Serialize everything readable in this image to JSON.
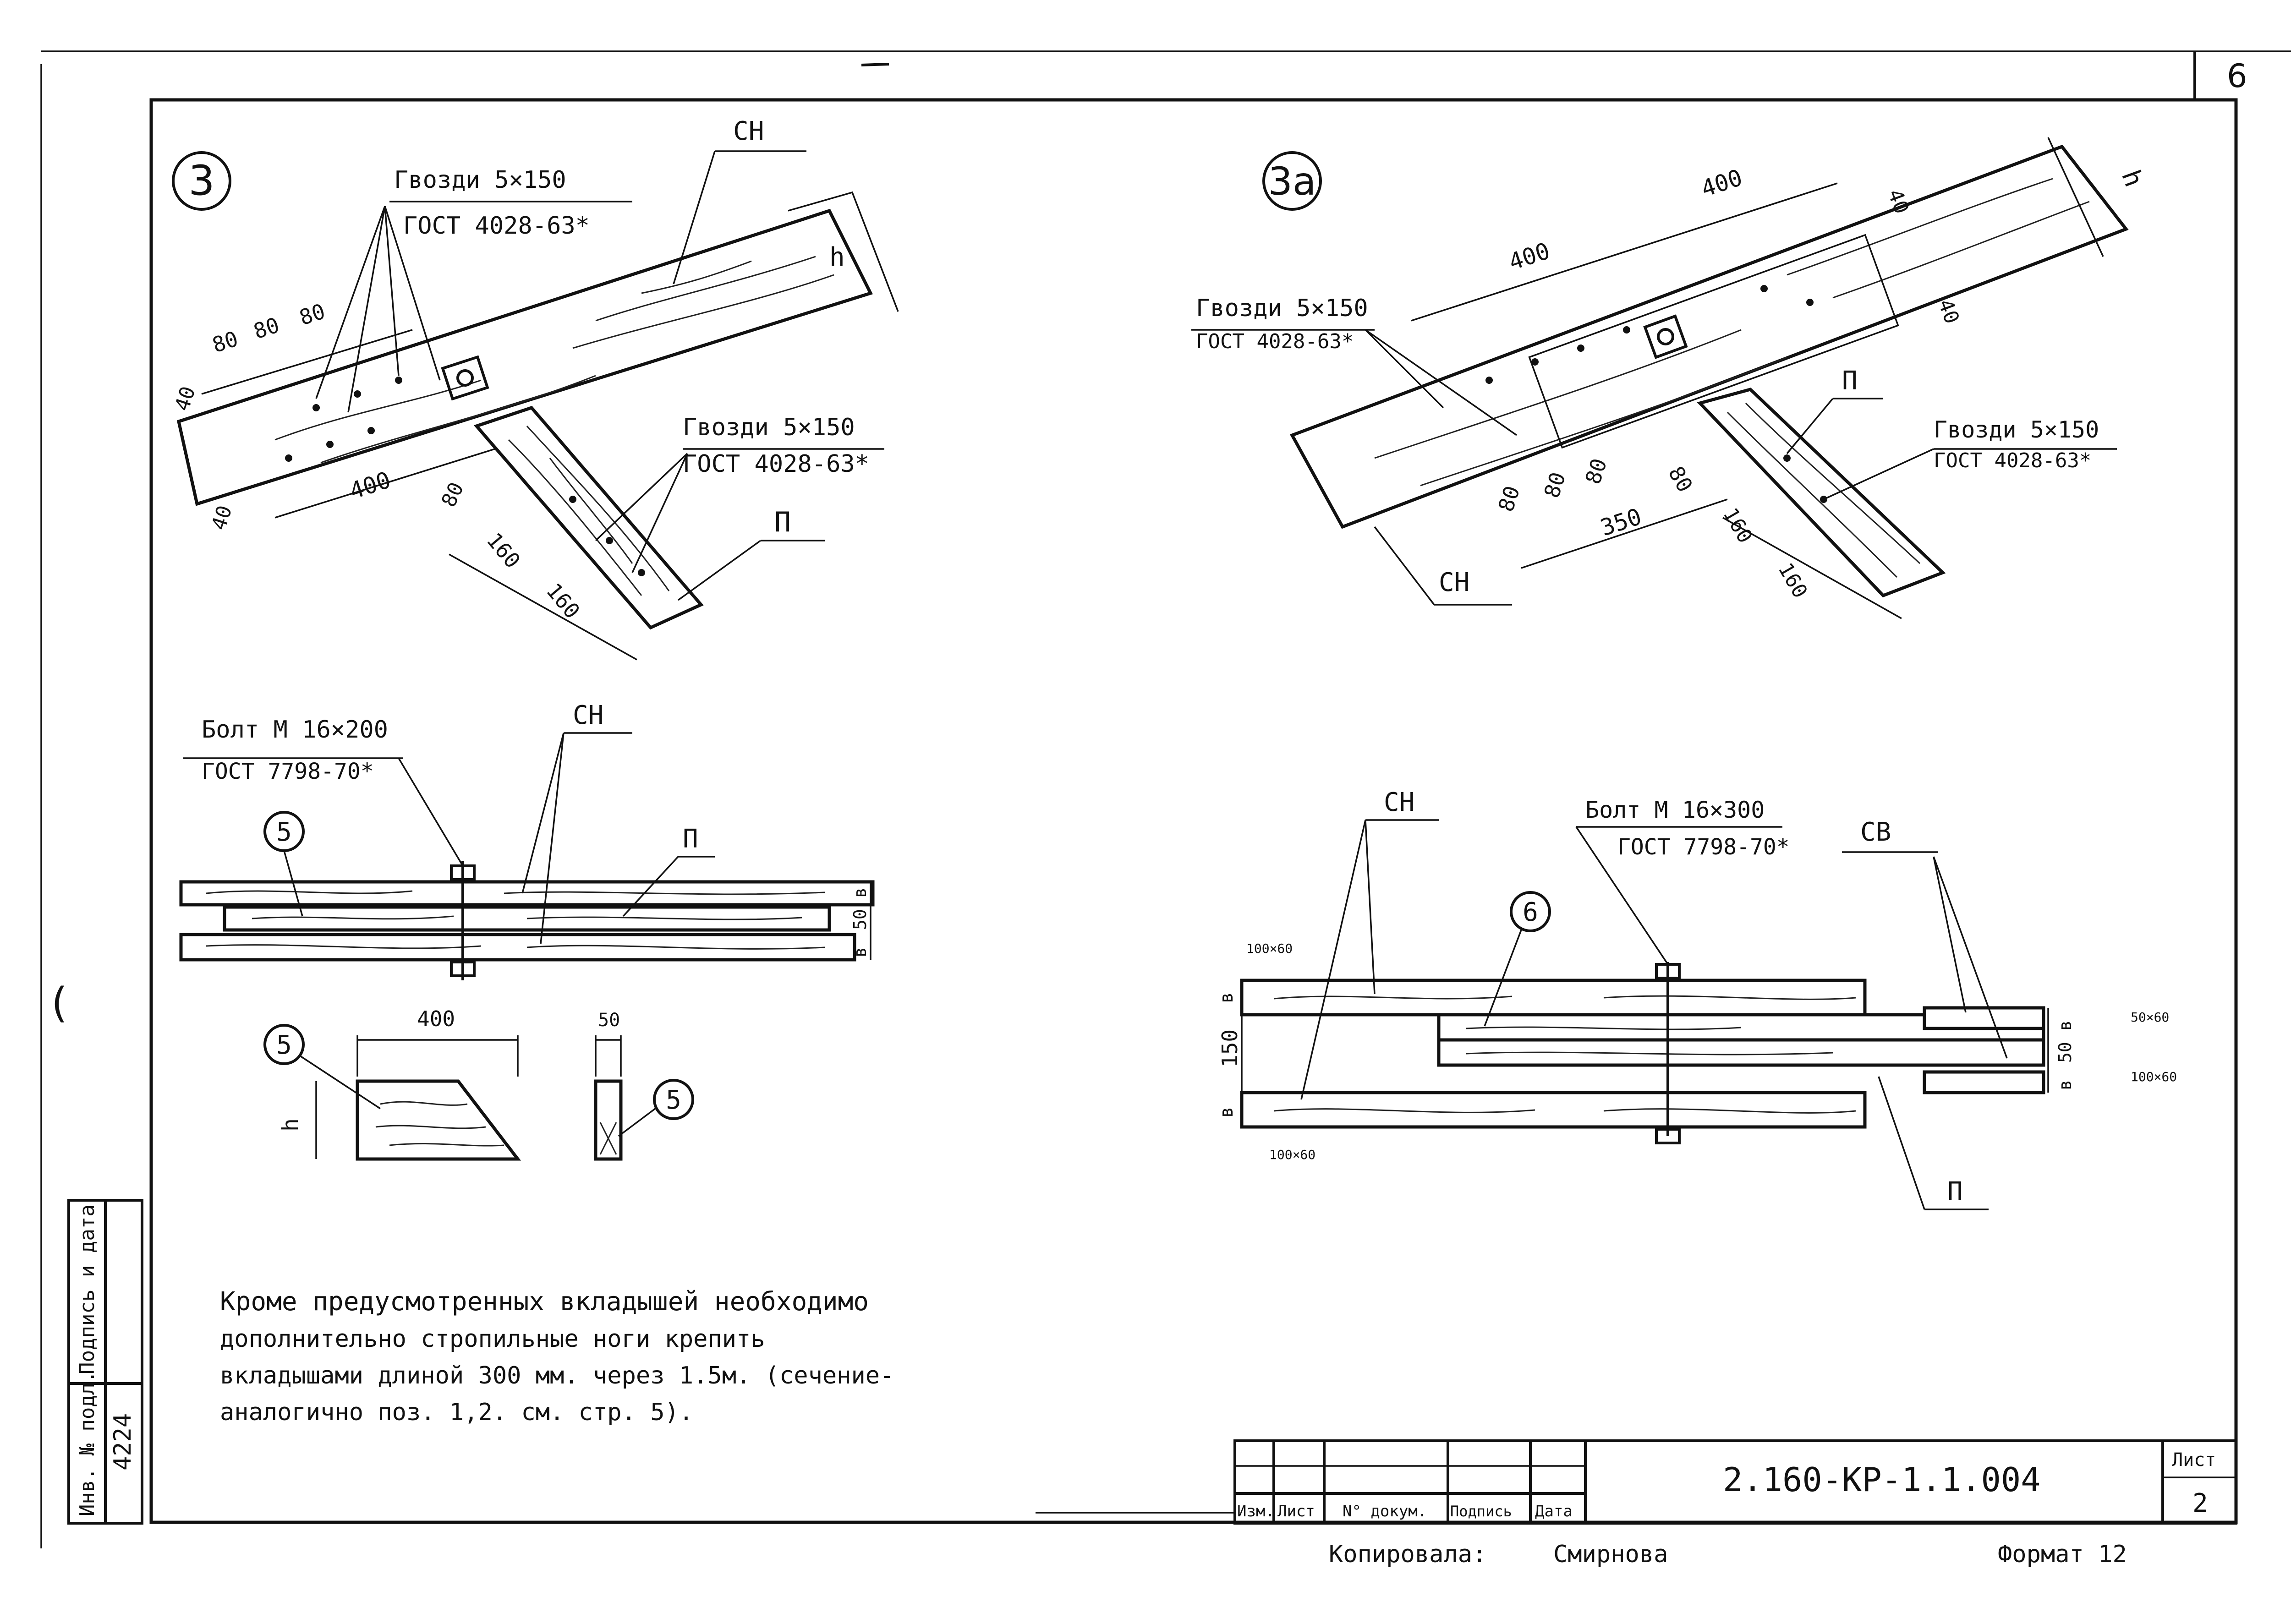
{
  "sheet_corner_number": "6",
  "detail3": {
    "mark": "3",
    "nails_top": {
      "line1": "Гвозди 5×150",
      "line2": "ГОСТ 4028-63*"
    },
    "nails_bottom": {
      "line1": "Гвозди 5×150",
      "line2": "ГОСТ 4028-63*"
    },
    "label_sn": "СН",
    "label_p": "П",
    "label_h": "h",
    "dims": {
      "d80a": "80",
      "d80b": "80",
      "d80c": "80",
      "d40a": "40",
      "d40b": "40",
      "d400": "400",
      "d80d": "80",
      "d160a": "160",
      "d160b": "160"
    }
  },
  "detail3a": {
    "mark": "3а",
    "nails_left": {
      "line1": "Гвозди 5×150",
      "line2": "ГОСТ 4028-63*"
    },
    "nails_right": {
      "line1": "Гвозди 5×150",
      "line2": "ГОСТ 4028-63*"
    },
    "label_sn": "СН",
    "label_p": "П",
    "label_h": "h",
    "dims": {
      "d400a": "400",
      "d400b": "400",
      "d40a": "40",
      "d40b": "40",
      "d80a": "80",
      "d80b": "80",
      "d80c": "80",
      "d80d": "80",
      "d350": "350",
      "d160a": "160",
      "d160b": "160"
    }
  },
  "section_left": {
    "bolt": {
      "line1": "Болт  М 16×200",
      "line2": "ГОСТ 7798-70*"
    },
    "label_sn": "СН",
    "label_p": "П",
    "callout": "5",
    "dims": {
      "b1": "в",
      "b50": "50",
      "b2": "в"
    }
  },
  "insert_detail": {
    "callout_a": "5",
    "callout_b": "5",
    "dim_400": "400",
    "dim_50": "50",
    "dim_h": "h"
  },
  "section_right": {
    "bolt": {
      "line1": "Болт  М 16×300",
      "line2": "ГОСТ 7798-70*"
    },
    "label_sn": "СН",
    "label_sv": "СВ",
    "label_p": "П",
    "callout": "6",
    "dims": {
      "b1": "в",
      "d150": "150",
      "b2": "в",
      "r_b1": "в",
      "r_50": "50",
      "r_b2": "в"
    },
    "faint_notes": [
      "100×60",
      "100×60",
      "50×60",
      "100×60"
    ]
  },
  "note": {
    "line1": "Кроме предусмотренных вкладышей необходимо",
    "line2": "дополнительно стропильные ноги крепить",
    "line3": "вкладышами длиной 300 мм. через 1.5м. (сечение-",
    "line4": "аналогично поз. 1,2. см. стр. 5)."
  },
  "side_stamp": {
    "col1": "Инв. № подл.",
    "col2": "Подпись и дата",
    "value": "4224"
  },
  "title_block": {
    "headers": [
      "Изм.",
      "Лист",
      "N° докум.",
      "Подпись",
      "Дата"
    ],
    "code": "2.160-КР-1.1.004",
    "sheet_label": "Лист",
    "sheet_number": "2"
  },
  "footer": {
    "copied_label": "Копировала:",
    "copied_name": "Смирнова",
    "format": "Формат 12"
  }
}
